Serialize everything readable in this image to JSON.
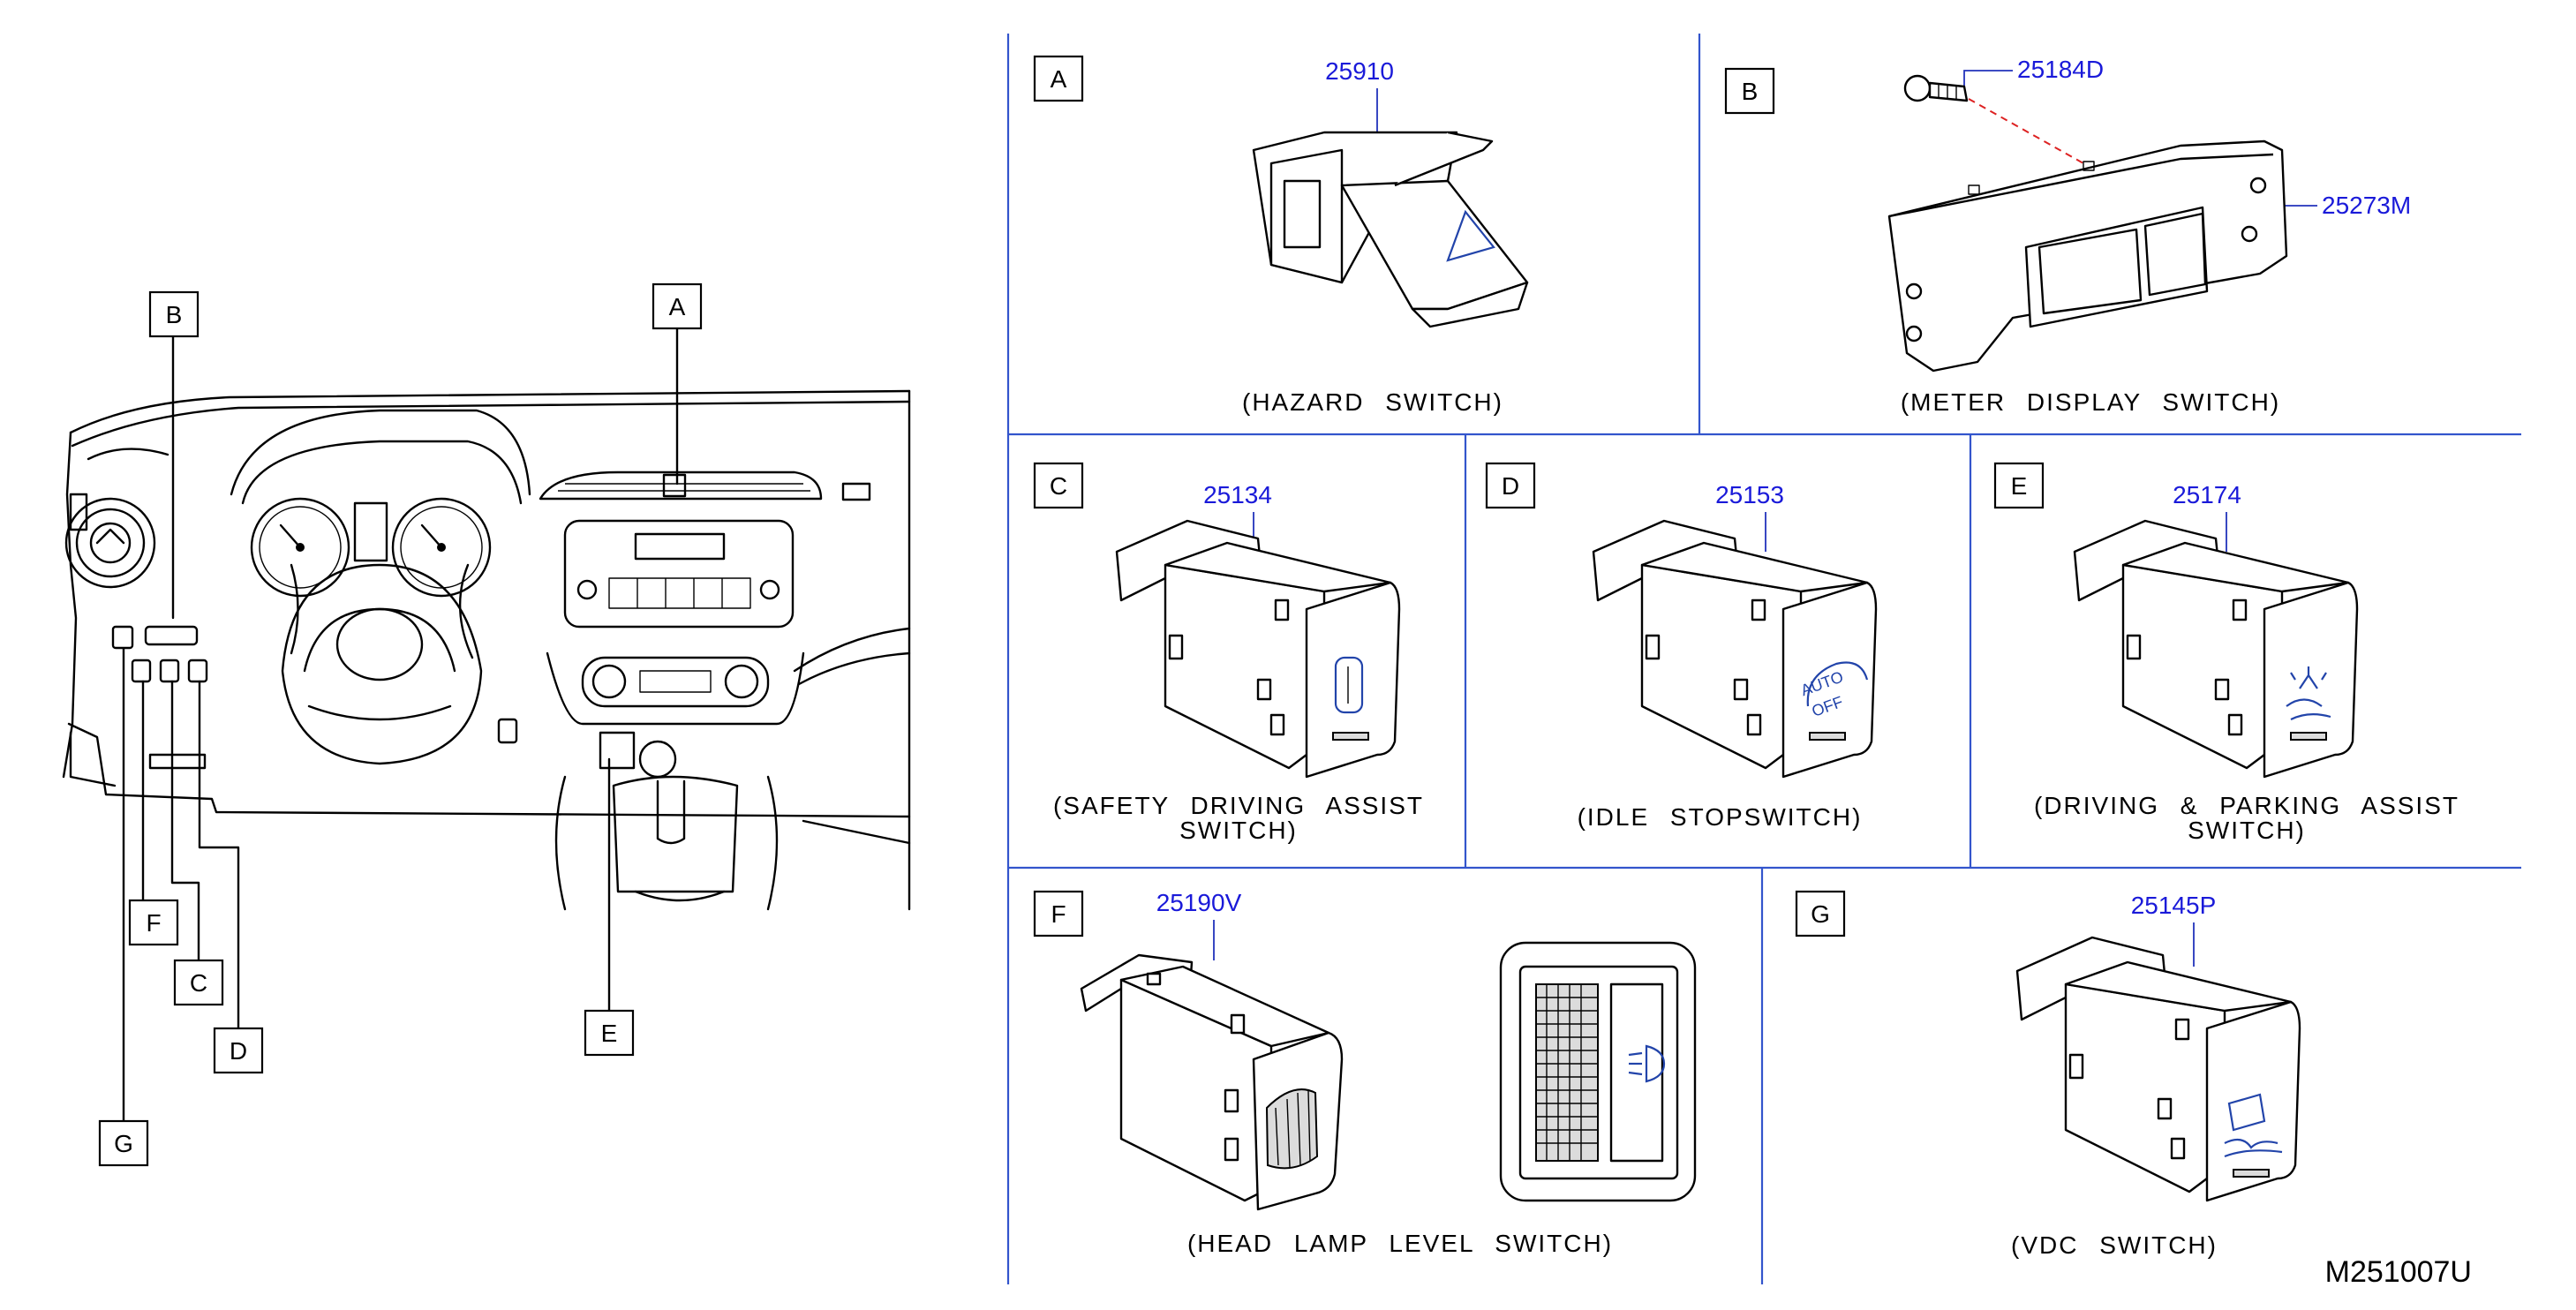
{
  "overview": {
    "callouts": [
      "A",
      "B",
      "C",
      "D",
      "E",
      "F",
      "G"
    ]
  },
  "panels": {
    "A": {
      "letter": "A",
      "part_number": "25910",
      "caption": "(HAZARD  SWITCH)"
    },
    "B": {
      "letter": "B",
      "part_numbers": [
        "25184D",
        "25273M"
      ],
      "caption": "(METER  DISPLAY  SWITCH)"
    },
    "C": {
      "letter": "C",
      "part_number": "25134",
      "caption_lines": [
        "(SAFETY  DRIVING  ASSIST",
        "SWITCH)"
      ]
    },
    "D": {
      "letter": "D",
      "part_number": "25153",
      "caption": "(IDLE  STOPSWITCH)",
      "button_text": [
        "AUTO",
        "OFF"
      ]
    },
    "E": {
      "letter": "E",
      "part_number": "25174",
      "caption_lines": [
        "(DRIVING  &  PARKING  ASSIST",
        "SWITCH)"
      ]
    },
    "F": {
      "letter": "F",
      "part_number": "25190V",
      "caption": "(HEAD  LAMP  LEVEL  SWITCH)"
    },
    "G": {
      "letter": "G",
      "part_number": "25145P",
      "caption": "(VDC  SWITCH)"
    }
  },
  "figure_code": "M251007U",
  "colors": {
    "part_number": "#1a1ad9",
    "divider": "#3355cc",
    "line": "#000000",
    "screw_leader": "#dd2222"
  }
}
